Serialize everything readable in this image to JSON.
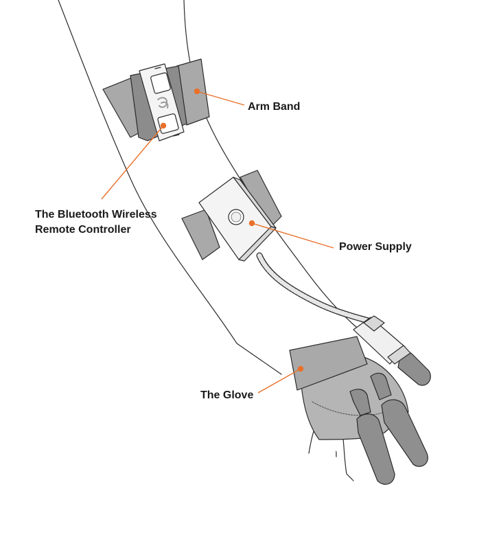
{
  "labels": {
    "arm_band": "Arm Band",
    "controller_line1": "The Bluetooth Wireless",
    "controller_line2": "Remote Controller",
    "power_supply": "Power Supply",
    "glove": "The Glove"
  },
  "colors": {
    "leader_line": "#e8702a",
    "outline": "#2a2a2a",
    "band_fill": "#a9a9a9",
    "device_fill": "#f4f4f4",
    "finger_sleeve": "#8f8f8f"
  },
  "icons": {
    "controller": "bluetooth-remote",
    "power": "power-button"
  }
}
